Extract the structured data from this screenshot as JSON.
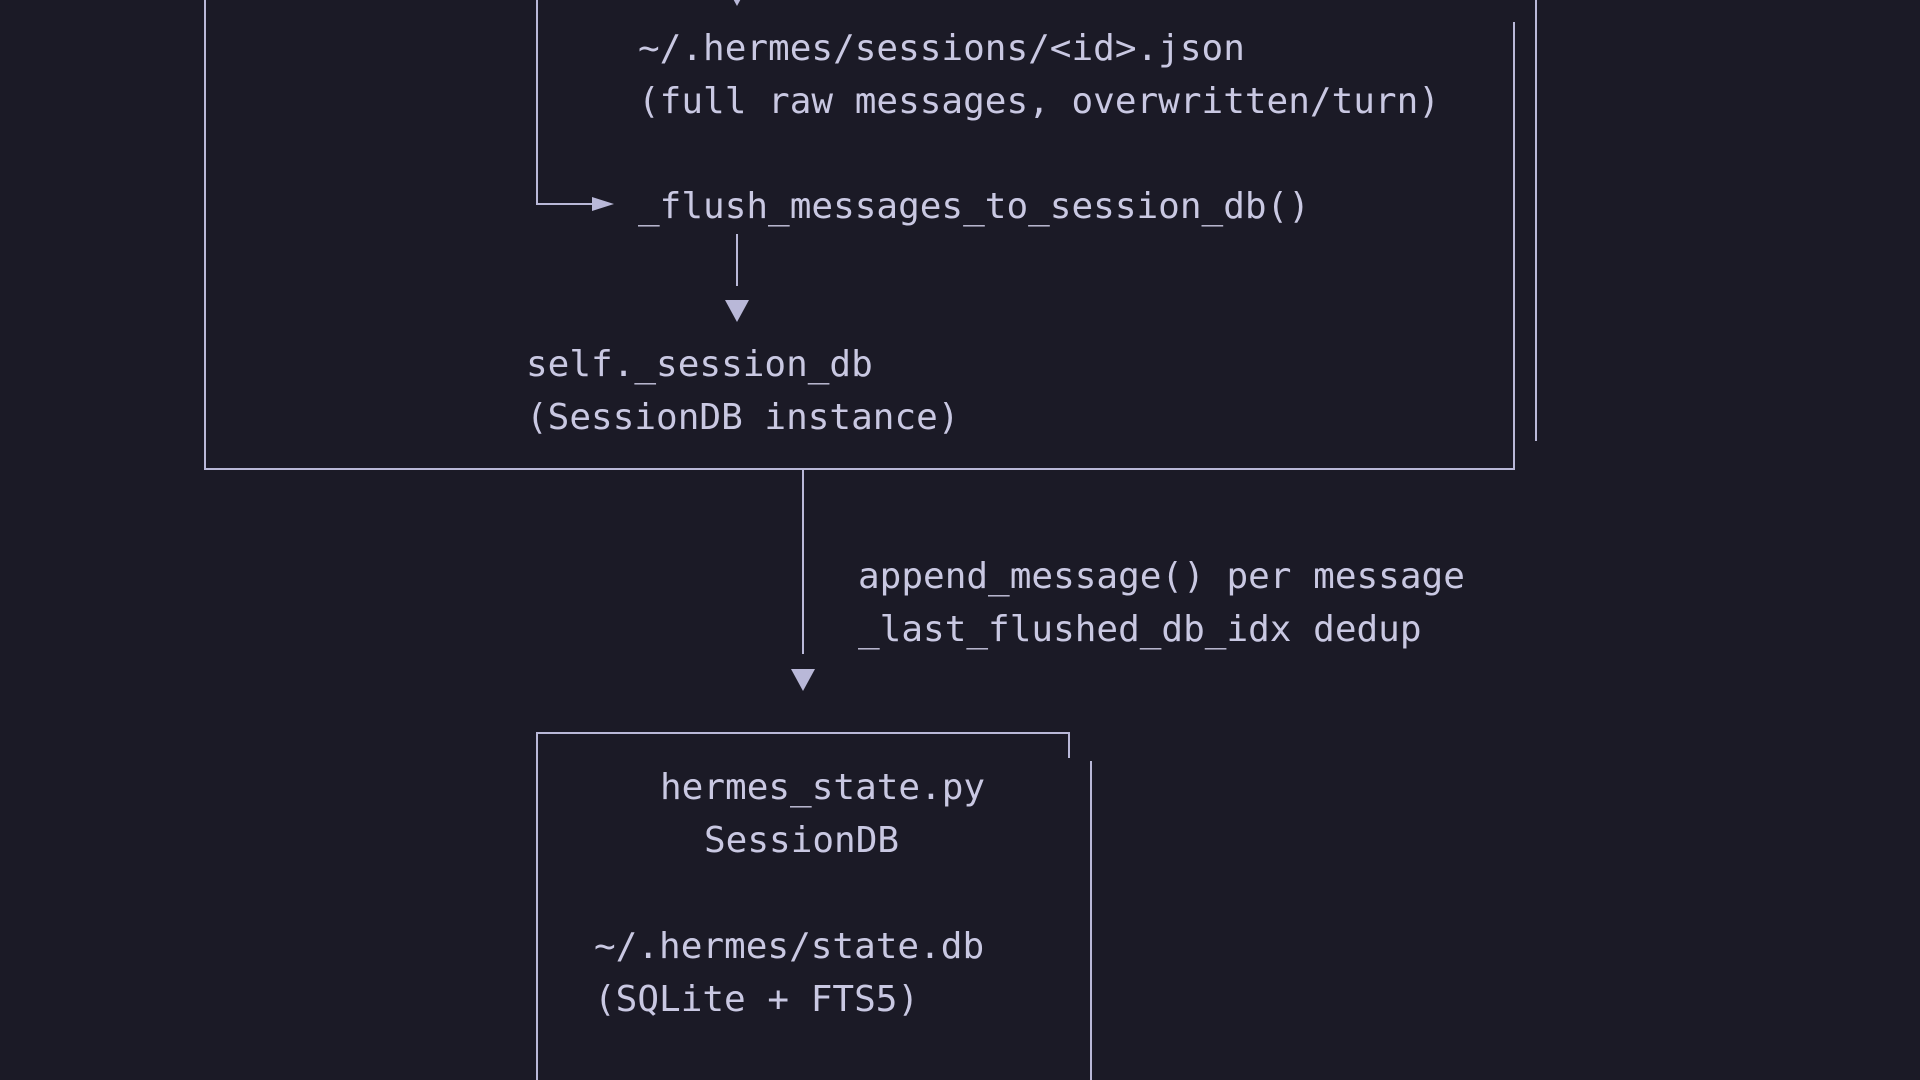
{
  "colors": {
    "background": "#1b1a26",
    "line": "#b9b8d8",
    "text": "#c9c8e2"
  },
  "diagram": {
    "session_file": {
      "path": "~/.hermes/sessions/<id>.json",
      "note": "(full raw messages, overwritten/turn)"
    },
    "flush_call": "_flush_messages_to_session_db()",
    "session_db_attr": {
      "name": "self._session_db",
      "note": "(SessionDB instance)"
    },
    "edge_label": {
      "line1": "append_message() per message",
      "line2": "_last_flushed_db_idx dedup"
    },
    "state_box": {
      "file": "hermes_state.py",
      "class_name": "SessionDB",
      "db_path": "~/.hermes/state.db",
      "engine": "(SQLite + FTS5)"
    }
  }
}
